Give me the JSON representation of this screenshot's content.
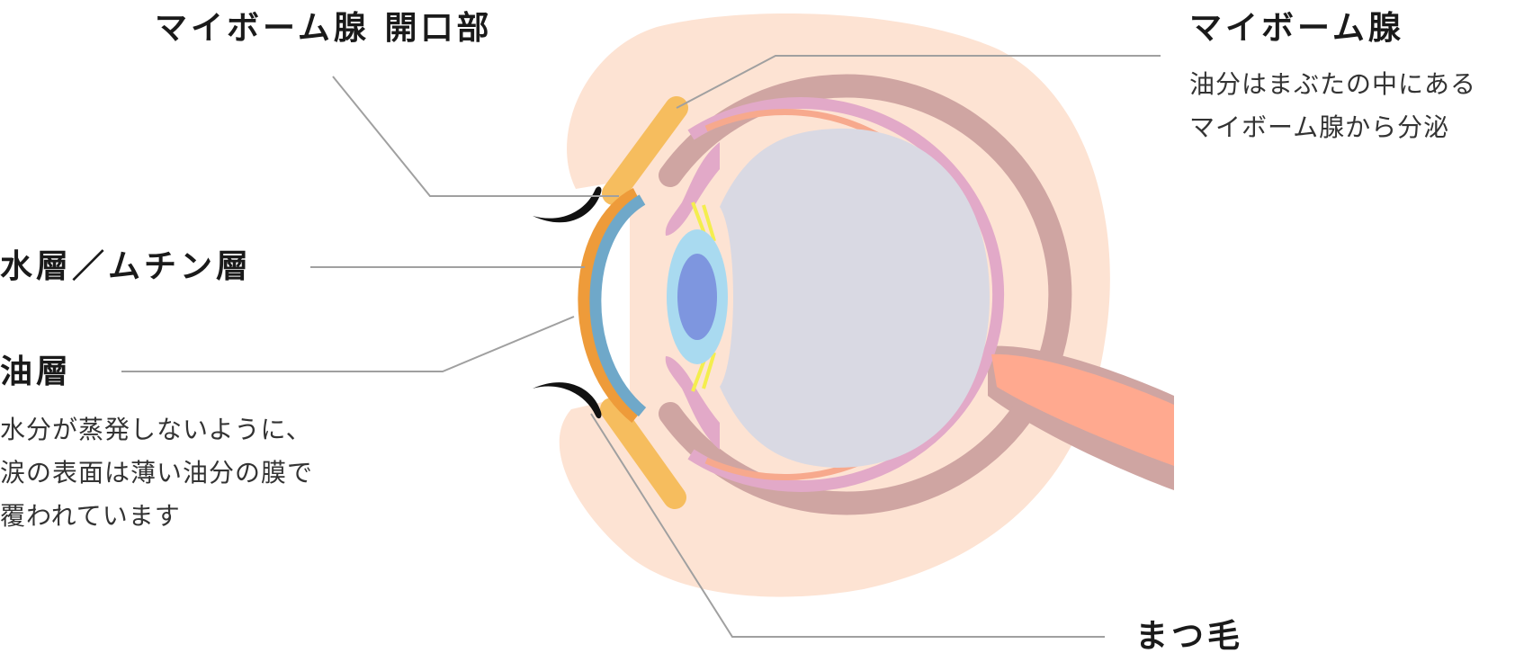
{
  "labels": {
    "meibomian_orifice": "マイボーム腺 開口部",
    "meibomian_gland": "マイボーム腺",
    "water_mucin_layer": "水層／ムチン層",
    "oil_layer": "油層",
    "eyelashes": "まつ毛"
  },
  "descriptions": {
    "meibomian_gland": [
      "油分はまぶたの中にある",
      "マイボーム腺から分泌"
    ],
    "oil_layer": [
      "水分が蒸発しないように、",
      "涙の表面は薄い油分の膜で",
      "覆われています"
    ]
  },
  "colors": {
    "eyelid_skin": "#fde3d3",
    "meibomian_gland": "#f6bd5e",
    "sclera": "#cfa5a2",
    "choroid": "#e2a9c8",
    "retina": "#f7a98d",
    "vitreous": "#d9d9e3",
    "lens_outer": "#a9daf0",
    "lens_inner": "#7e96df",
    "zonule": "#f4ee4e",
    "tear_water_layer": "#6fa8c9",
    "tear_oil_layer": "#ee9b3a",
    "optic_nerve": "#ffa98f",
    "eyelash": "#111111",
    "leader_line": "#a0a0a0"
  }
}
